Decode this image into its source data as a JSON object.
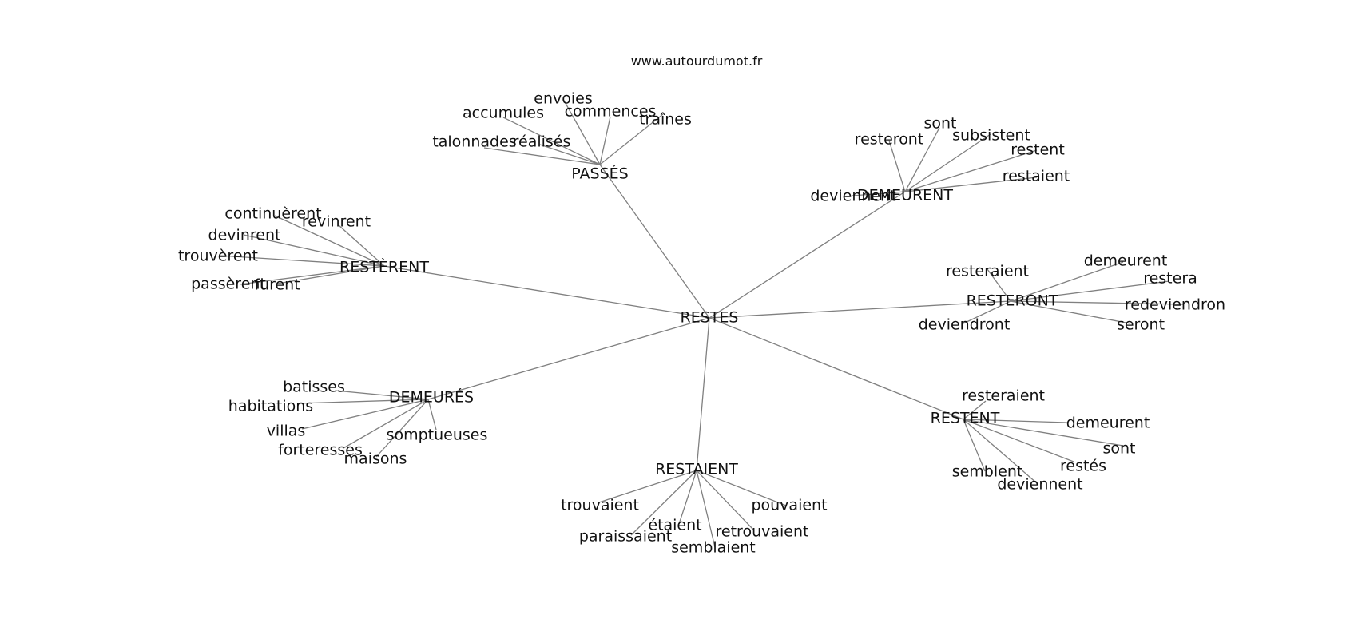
{
  "site_label": "www.autourdumot.fr",
  "root": "RESTES",
  "hubs": [
    {
      "id": "passes",
      "label": "PASSÉS",
      "words": [
        "envoies",
        "accumules",
        "commences",
        "traînes",
        "talonnades",
        "réalisés"
      ]
    },
    {
      "id": "demeurent",
      "label": "DEMEURENT",
      "words": [
        "sont",
        "resteront",
        "subsistent",
        "restent",
        "restaient",
        "deviennent"
      ]
    },
    {
      "id": "resterent",
      "label": "RESTÈRENT",
      "words": [
        "continuèrent",
        "revinrent",
        "devinrent",
        "trouvèrent",
        "passèrent",
        "furent"
      ]
    },
    {
      "id": "resteront",
      "label": "RESTERONT",
      "words": [
        "resteraient",
        "demeurent",
        "restera",
        "redeviendron",
        "deviendront",
        "seront"
      ]
    },
    {
      "id": "demeures",
      "label": "DEMEURÉS",
      "words": [
        "batisses",
        "habitations",
        "villas",
        "somptueuses",
        "forteresses",
        "maisons"
      ]
    },
    {
      "id": "restent",
      "label": "RESTENT",
      "words": [
        "resteraient",
        "demeurent",
        "sont",
        "restés",
        "semblent",
        "deviennent"
      ]
    },
    {
      "id": "restaient",
      "label": "RESTAIENT",
      "words": [
        "trouvaient",
        "pouvaient",
        "étaient",
        "retrouvaient",
        "paraissaient",
        "semblaient"
      ]
    }
  ]
}
